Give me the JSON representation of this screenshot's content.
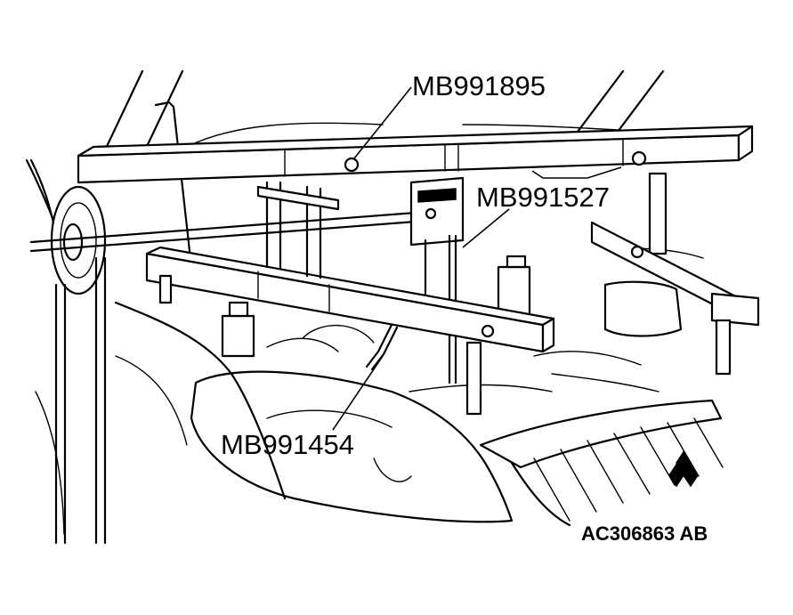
{
  "labels": {
    "engine_hanger_main": "MB991895",
    "support_adapter": "MB991527",
    "chain_attachment": "MB991454"
  },
  "figure_id": "AC306863 AB"
}
